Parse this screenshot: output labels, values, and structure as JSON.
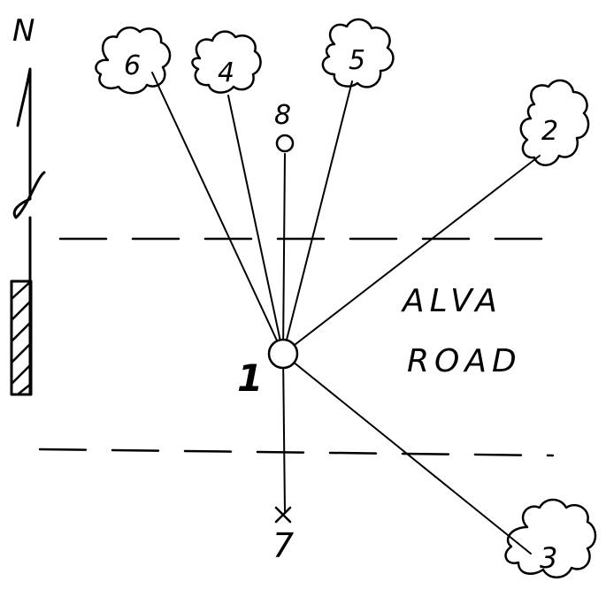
{
  "north_label": "N",
  "center_label": "1",
  "road_label_line1": "ALVA",
  "road_label_line2": "ROAD",
  "trees": [
    {
      "id": "tree-6",
      "label": "6"
    },
    {
      "id": "tree-4",
      "label": "4"
    },
    {
      "id": "tree-5",
      "label": "5"
    },
    {
      "id": "tree-2",
      "label": "2"
    },
    {
      "id": "tree-3",
      "label": "3"
    }
  ],
  "post_label": "8",
  "marker_label": "7",
  "colors": {
    "ink": "#000000",
    "background": "#ffffff"
  }
}
